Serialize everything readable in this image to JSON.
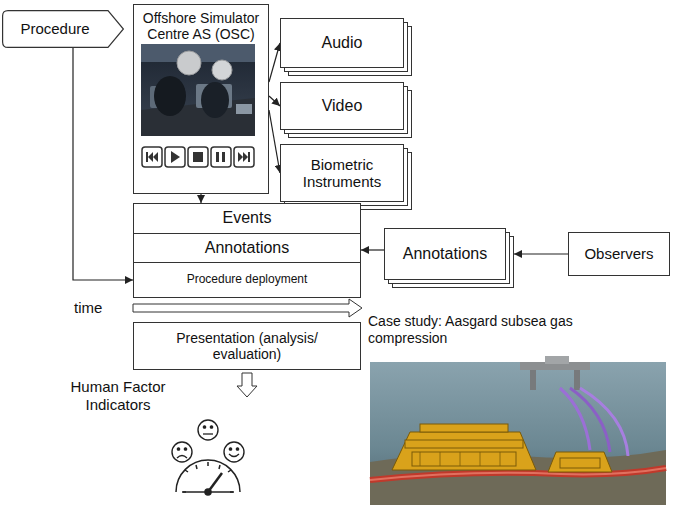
{
  "diagram": {
    "nodes": [
      {
        "text": [
          "Procedure"
        ]
      },
      {
        "text": [
          "Offshore Simulator Centre AS (OSC)"
        ]
      },
      {
        "text": [
          "Audio"
        ]
      },
      {
        "text": [
          "Video"
        ]
      },
      {
        "text": [
          "Biometric Instruments"
        ]
      },
      {
        "text": [
          "Events"
        ]
      },
      {
        "text": [
          "Annotations"
        ]
      },
      {
        "text": [
          "Procedure deployment"
        ]
      },
      {
        "text": [
          "Annotations"
        ]
      },
      {
        "text": [
          "Observers"
        ]
      },
      {
        "text": [
          "Presentation (analysis/ evaluation)"
        ]
      }
    ],
    "edges": [
      {
        "from": 0,
        "to": 7,
        "arrow": "to"
      },
      {
        "from": 1,
        "to": 2,
        "arrow": "to"
      },
      {
        "from": 1,
        "to": 3,
        "arrow": "to"
      },
      {
        "from": 1,
        "to": 4,
        "arrow": "to"
      },
      {
        "from": 1,
        "to": 5,
        "arrow": "to"
      },
      {
        "from": 8,
        "to": 6,
        "arrow": "to"
      },
      {
        "from": 9,
        "to": 8,
        "arrow": "to"
      }
    ],
    "labels": [
      "time",
      "Human Factor Indicators",
      "Case study: Aasgard subsea gas compression"
    ]
  }
}
